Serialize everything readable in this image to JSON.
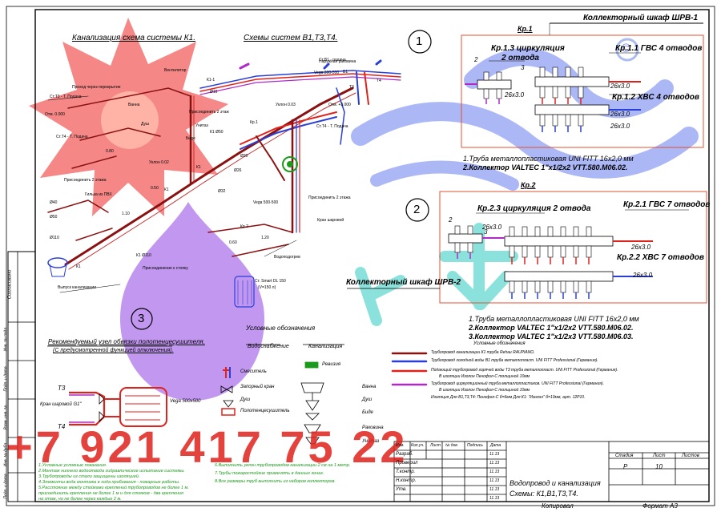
{
  "colors": {
    "frame": "#000000",
    "watermark_red": "#f24a4a",
    "watermark_purple": "#9a4fe0",
    "watermark_blue": "#6a8cf0",
    "watermark_cyan": "#46d2c8",
    "pipe_dark_red": "#8b1010",
    "pipe_red": "#e0221c",
    "pipe_blue": "#2a3fd8",
    "pipe_purple": "#b02ac8",
    "pipe_grey": "#999999",
    "note_green": "#1b9b1b",
    "collector_box": "#e05030",
    "phone_red": "#e0221c"
  },
  "titles": {
    "sewer_scheme": "Канализация схема системы К1.",
    "water_scheme": "Схемы систем В1,Т3,Т4.",
    "cabinet_1": "Коллекторный шкаф ШРВ-1",
    "cabinet_2": "Коллекторный шкаф ШРВ-2",
    "towel_title": "Рекомендуемый узел обвязки полотенцесушителя.",
    "towel_subtitle": "(С предусмотренной функцией отключения)."
  },
  "markers": {
    "circle_1": "1",
    "circle_2": "2",
    "circle_3": "3",
    "copyright": "©"
  },
  "collector_1": {
    "header": "Кр.1",
    "circ_label": "Кр.1.3 циркуляция",
    "circ_outlets": "2 отвода",
    "hot_label": "Кр.1.1 ГВС 4 отводов",
    "cold_label": "Кр.1.2 ХВС 4 отводов",
    "pipe_size_1": "26х3.0",
    "pipe_size_2": "26х3.0",
    "pipe_size_3": "26х3.0",
    "pipe_size_4": "26х3.0",
    "num_a": "2",
    "num_b": "3",
    "note_1": "1.Труба металлопластиковая UNI FITT 16х2,0 мм",
    "note_2": "2.Коллектор VALTEC 1\"х1/2х2 VTT.580.M06.02."
  },
  "collector_2": {
    "header": "Кр.2",
    "circ_label": "Кр.2.3 циркуляция  2 отвода",
    "hot_label": "Кр.2.1 ГВС 7 отводов",
    "cold_label": "Кр.2.2 ХВС 7 отводов",
    "pipe_size_1": "26х3.0",
    "pipe_size_2": "26х3.0",
    "pipe_size_3": "26х3.0",
    "num_a": "2",
    "num_b": "3",
    "note_1": "1.Труба металлопластиковая UNI FITT 16х2,0 мм",
    "note_2": "2.Коллектор VALTEC 1\"х1/2х2 VTT.580.M06.02.",
    "note_3": "3.Коллектор VALTEC 1\"х1/2х3 VTT.580.M06.03."
  },
  "legend": {
    "header": "Условные обозначения",
    "header_small": "Условные обозначения",
    "col_water": "Водоснабжение",
    "col_sewer": "Канализация",
    "mixer": "Смеситель",
    "valve": "Запорный кран",
    "shower": "Душ",
    "towel": "Полотенцесушитель",
    "revision": "Ревизия",
    "bath": "Ванна",
    "shower2": "Душ",
    "bidet": "Биде",
    "sink": "Раковина",
    "toilet": "Унитаз",
    "pipes": [
      "Трубопровод канализации К1 труба Rehau RAUPIANO.",
      "Трубопровод холодной воды В1 труба металлопласт. UNI FITT Professional (Германия).",
      "Подающий трубопровод горячей воды Т3 труба металлопласт. UNI FITT Professional (Германия).",
      "В изоляции Изолон Пенофол-С толщиной 10мм",
      "Трубопровод циркуляционный труба металлопластиков. UNI FITT Professional (Германия).",
      "В изоляции Изолон Пенофол-С толщиной 10мм",
      "Изоляция Для В1,Т3,Т4: Пенофол-С б=6мм Для К1: \"Изолон\" б=10мм, арт. 12Р10."
    ]
  },
  "towel_node": {
    "t3": "Т3",
    "t4": "Т4",
    "valve_label": "Кран шаровой G1\"",
    "dryer_label": "Vega 500х500"
  },
  "plan_labels": [
    "Присоединить 2 этаж",
    "Присоединить 2 этажа",
    "Присоединить 2 этажа",
    "Ст.Т4 - Т. Подача",
    "Ст.Т4 - Т. Подача",
    "Ст.Т3 - Т. Подача",
    "Водоподогрев",
    "Ст.В1 - подача",
    "К1",
    "К1",
    "К1",
    "К1-1",
    "Т3",
    "Т4",
    "В1",
    "Vega 300-500",
    "Vega 500-500",
    "Наружная раковина",
    "Душ",
    "Ванна",
    "Унитаз",
    "Биде",
    "К1 Ø110",
    "К1 Ø50",
    "Кр.1",
    "Кр.2",
    "Вентилятор",
    "Ст. Smart DL 150",
    "(V=150 л)",
    "Выпуск канализации",
    "Присоединение к стояку",
    "Ø40",
    "Ø50",
    "Ø110",
    "Ø16",
    "Ø20",
    "Ø26",
    "Ø32",
    "1.10",
    "0.50",
    "0.80",
    "1.20",
    "0.60",
    "Проход через перекрытие",
    "Гильза из ПВХ",
    "Уклон 0.02",
    "Уклон 0.03",
    "Отм. 0.000",
    "Отм. +3.000",
    "Кран шаровой"
  ],
  "notes": [
    "1.Условные условные показания.",
    "2.Монтаж ниннего водоотвода гидравлическое испытание системы.",
    "3.Трубопроводы из стали защищены изоляцией.",
    "4.Элементы вода монтажа в хода пробивания - пожарные работы.",
    "5.Расстояние между стойками креплений трубопроводов не более 1 м.",
    "присоединить крепления не более 1 м и для стояков - два крепления",
    "на этаж, но не более через каждые 2 м.",
    "6.Выполнить уклон трубопроводов канализации 2 см на 1 метр.",
    "7.Трубы пожаростойкие применять в данных зонах.",
    "8.Все размеры труб выполнить из наборов коллекторов."
  ],
  "stamp": {
    "rows": [
      "Изм.",
      "Разраб.",
      "Проверил",
      "Т.контр.",
      "Н.контр.",
      "Утв."
    ],
    "head": [
      "Кол.уч.",
      "Лист",
      "№ док.",
      "Подпись",
      "Дата"
    ],
    "dates": [
      "11.13",
      "11.13",
      "11.13",
      "11.13",
      "11.13",
      "11.13"
    ],
    "stage_head": "Стадия",
    "sheet_head": "Лист",
    "sheets_head": "Листов",
    "stage": "Р",
    "sheet": "10",
    "sheets": "",
    "title_1": "Водопровод и канализация",
    "title_2": "Схемы: К1,В1,Т3,Т4.",
    "copied": "Копировал",
    "format": "Формат А3"
  },
  "side_stamp": [
    "Согласовано",
    "Инв. № подл.",
    "Подп. и дата",
    "Взам. инв. №",
    "Инв. № дубл.",
    "Подп. и дата"
  ],
  "phone_watermark": "+7 921 417 75 22"
}
